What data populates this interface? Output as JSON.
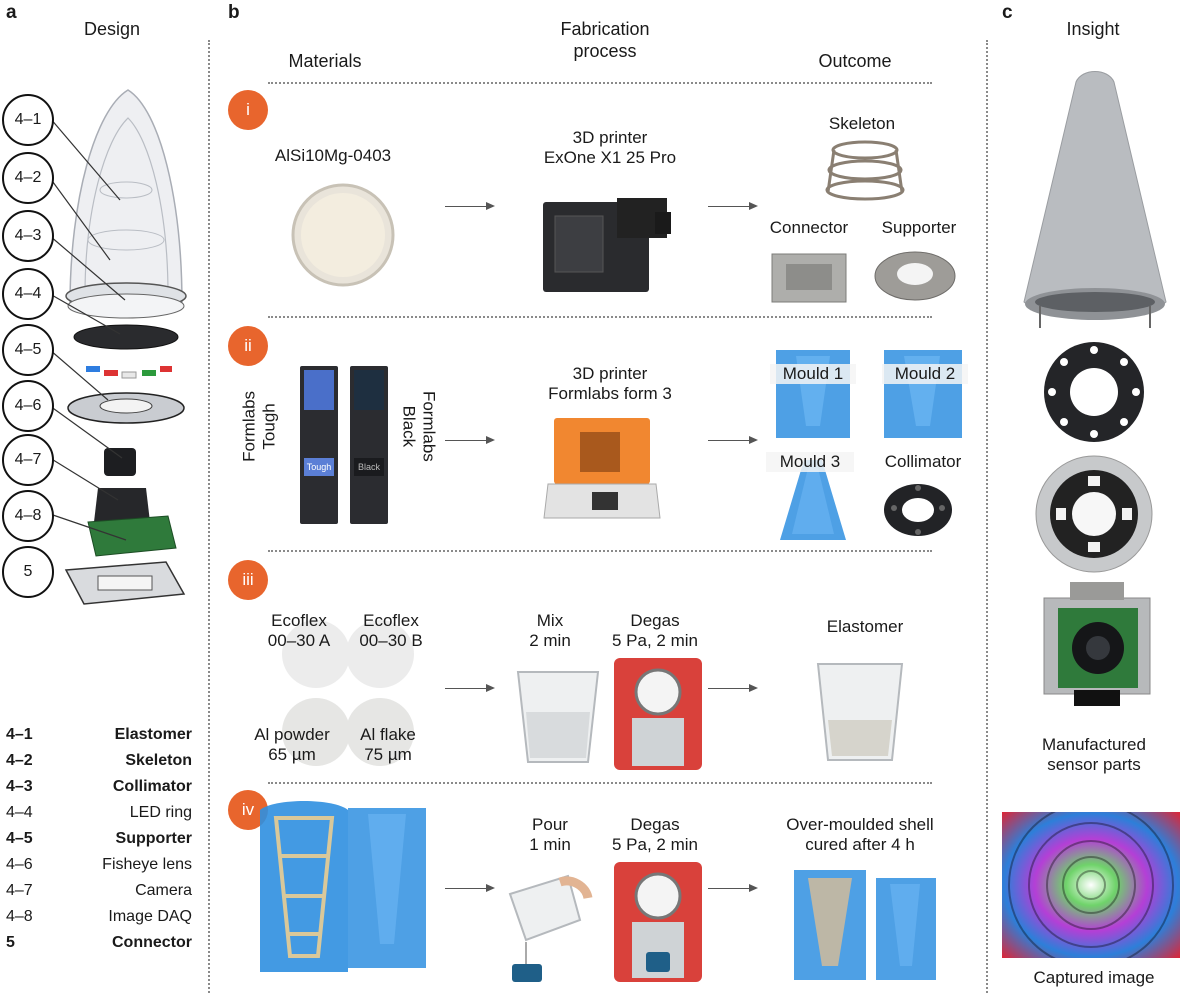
{
  "panels": {
    "a": {
      "letter": "a",
      "title": "Design"
    },
    "b": {
      "letter": "b",
      "title": "Fabrication\nprocess",
      "col_materials": "Materials",
      "col_outcome": "Outcome"
    },
    "c": {
      "letter": "c",
      "title": "Insight"
    }
  },
  "design_labels": [
    "4–1",
    "4–2",
    "4–3",
    "4–4",
    "4–5",
    "4–6",
    "4–7",
    "4–8",
    "5"
  ],
  "legend": [
    {
      "id": "4–1",
      "name": "Elastomer",
      "bold": true
    },
    {
      "id": "4–2",
      "name": "Skeleton",
      "bold": true
    },
    {
      "id": "4–3",
      "name": "Collimator",
      "bold": true
    },
    {
      "id": "4–4",
      "name": "LED ring",
      "bold": false
    },
    {
      "id": "4–5",
      "name": "Supporter",
      "bold": true
    },
    {
      "id": "4–6",
      "name": "Fisheye lens",
      "bold": false
    },
    {
      "id": "4–7",
      "name": "Camera",
      "bold": false
    },
    {
      "id": "4–8",
      "name": "Image DAQ",
      "bold": false
    },
    {
      "id": "5",
      "name": "Connector",
      "bold": true
    }
  ],
  "rows": {
    "i": {
      "badge": "i",
      "material": "AlSi10Mg-0403",
      "process": "3D printer\nExOne X1 25 Pro",
      "outcome_1": "Skeleton",
      "outcome_2": "Connector",
      "outcome_3": "Supporter"
    },
    "ii": {
      "badge": "ii",
      "material_1": "Formlabs\nTough",
      "material_2": "Formlabs\nBlack",
      "cart_1": "Tough",
      "cart_2": "Black",
      "process": "3D printer\nFormlabs form 3",
      "outcome_1": "Mould 1",
      "outcome_2": "Mould 2",
      "outcome_3": "Mould 3",
      "outcome_4": "Collimator"
    },
    "iii": {
      "badge": "iii",
      "material_1": "Ecoflex\n00–30 A",
      "material_2": "Ecoflex\n00–30 B",
      "material_3": "Al powder\n65 µm",
      "material_4": "Al flake\n75 µm",
      "process_1": "Mix\n2 min",
      "process_2": "Degas\n5 Pa, 2 min",
      "outcome": "Elastomer"
    },
    "iv": {
      "badge": "iv",
      "process_1": "Pour\n1 min",
      "process_2": "Degas\n5 Pa, 2 min",
      "outcome": "Over-moulded shell\ncured after 4 h"
    }
  },
  "insight": {
    "caption_1": "Manufactured\nsensor parts",
    "caption_2": "Captured image"
  },
  "colors": {
    "accent": "#e8652d",
    "mould_blue": "#2f8fe0"
  }
}
